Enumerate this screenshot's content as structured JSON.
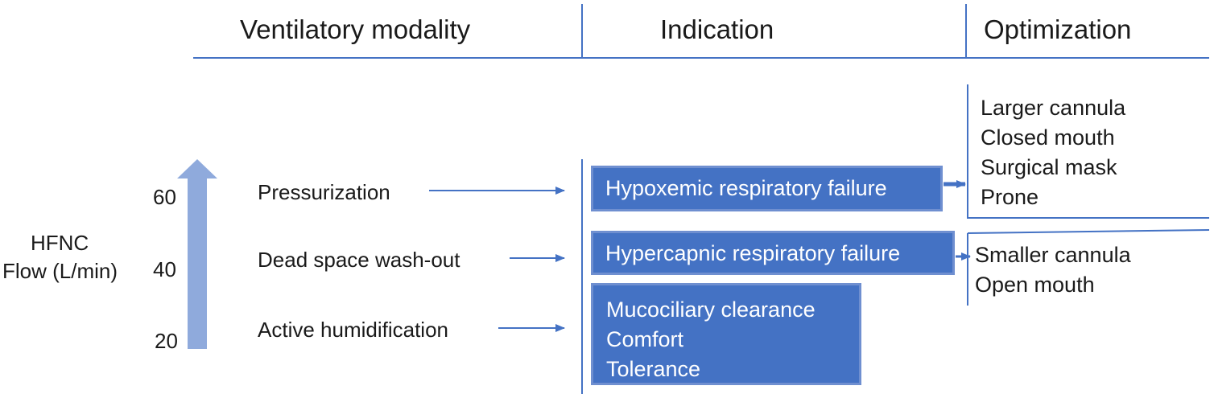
{
  "headers": {
    "modality": "Ventilatory modality",
    "indication": "Indication",
    "optimization": "Optimization"
  },
  "axis": {
    "label_line1": "HFNC",
    "label_line2": "Flow (L/min)",
    "ticks": [
      "60",
      "40",
      "20"
    ]
  },
  "modalities": [
    "Pressurization",
    "Dead space wash-out",
    "Active humidification"
  ],
  "indications": {
    "hypoxemic": "Hypoxemic respiratory failure",
    "hypercapnic": "Hypercapnic respiratory failure",
    "other": [
      "Mucociliary clearance",
      "Comfort",
      "Tolerance"
    ]
  },
  "optimization": {
    "hypoxemic": [
      "Larger cannula",
      "Closed mouth",
      "Surgical mask",
      "Prone"
    ],
    "hypercapnic": [
      "Smaller cannula",
      "Open mouth"
    ]
  },
  "colors": {
    "line": "#4472c4",
    "box_fill": "#4472c4",
    "box_border": "#6f8fd0",
    "flow_arrow": "#8faadc"
  }
}
